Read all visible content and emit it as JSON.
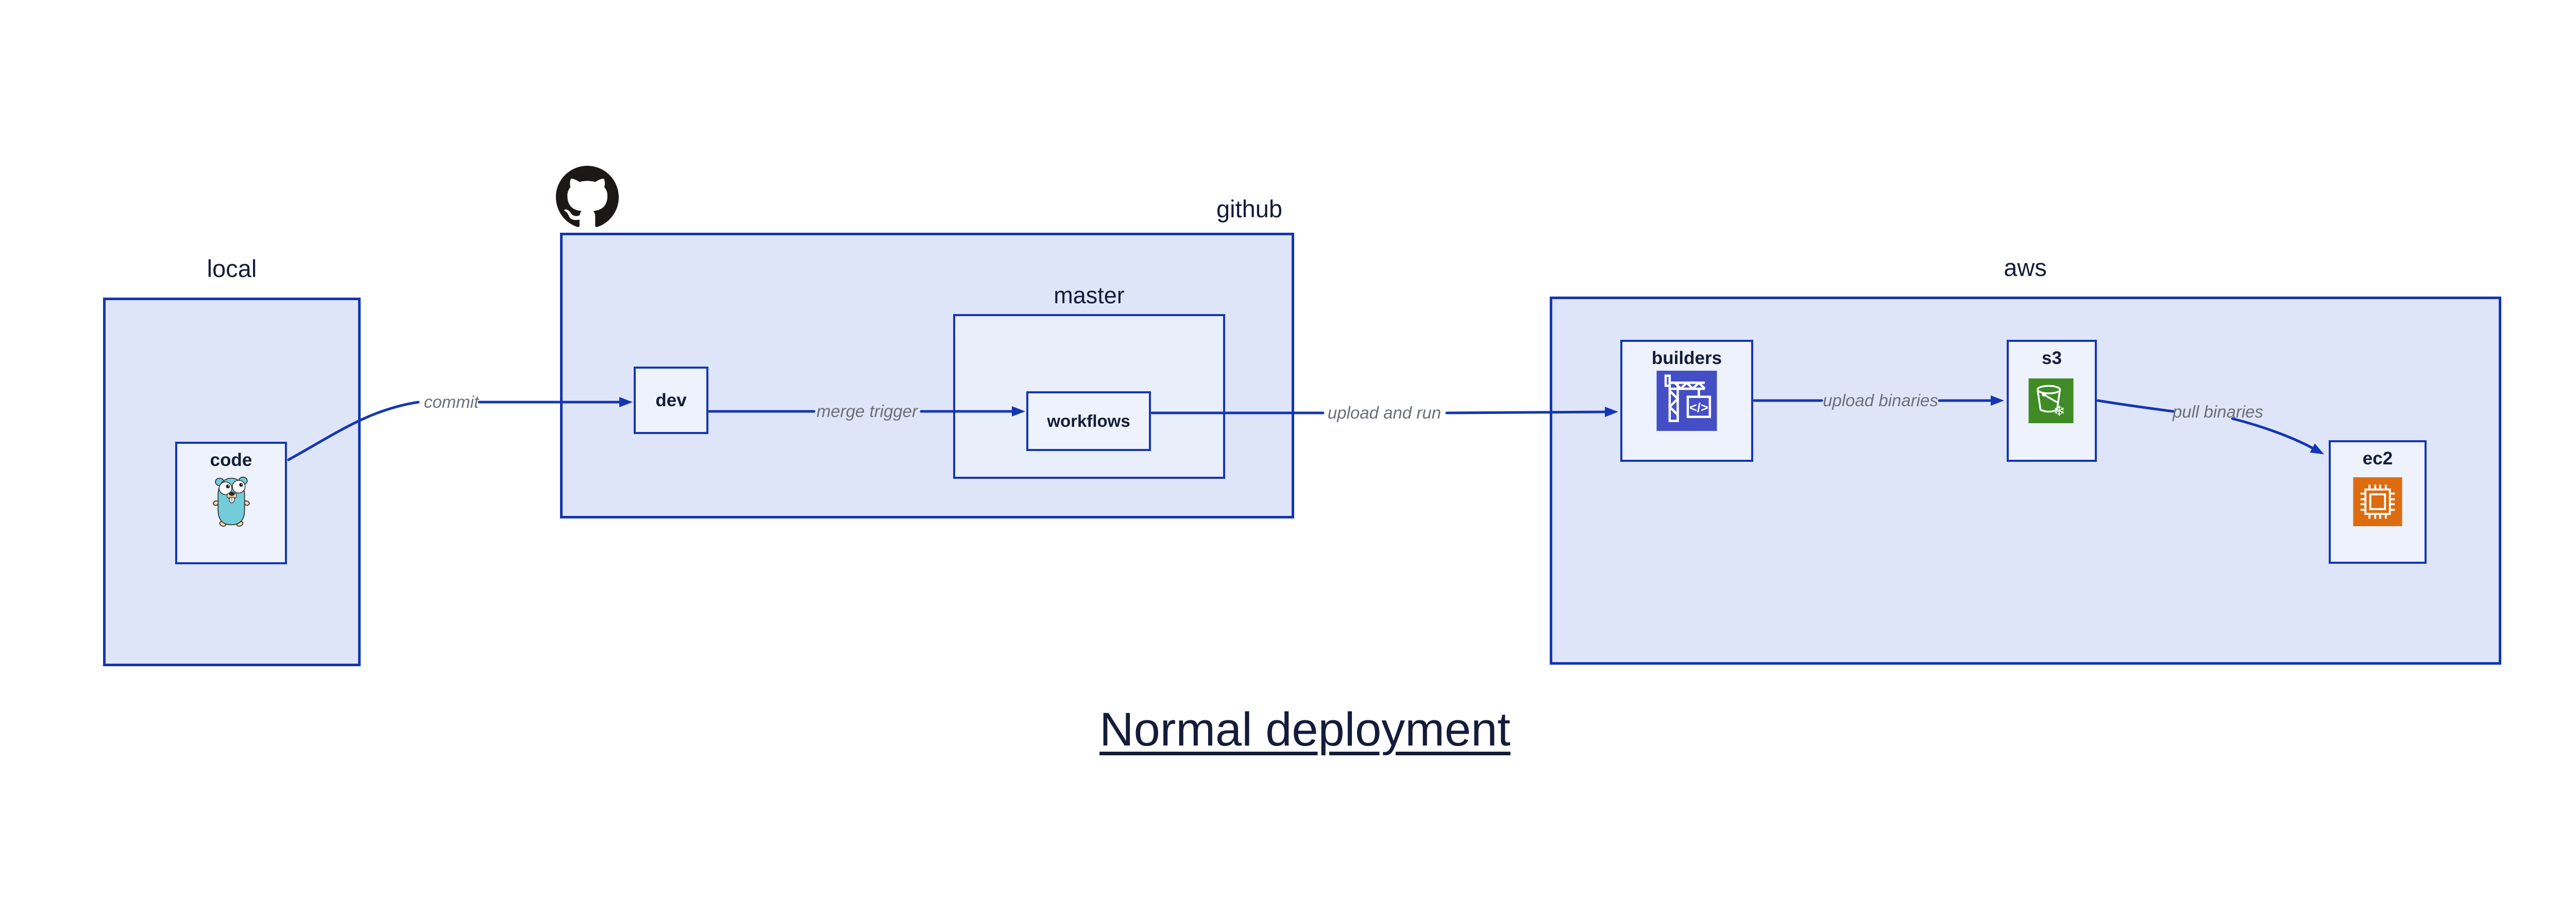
{
  "title": "Normal deployment",
  "containers": {
    "local": {
      "label": "local"
    },
    "github": {
      "label": "github"
    },
    "master": {
      "label": "master"
    },
    "aws": {
      "label": "aws"
    }
  },
  "nodes": {
    "code": {
      "label": "code"
    },
    "dev": {
      "label": "dev"
    },
    "workflows": {
      "label": "workflows"
    },
    "builders": {
      "label": "builders"
    },
    "s3": {
      "label": "s3"
    },
    "ec2": {
      "label": "ec2"
    }
  },
  "edges": [
    {
      "from": "code",
      "to": "dev",
      "label": "commit"
    },
    {
      "from": "dev",
      "to": "workflows",
      "label": "merge trigger"
    },
    {
      "from": "workflows",
      "to": "builders",
      "label": "upload and run"
    },
    {
      "from": "builders",
      "to": "s3",
      "label": "upload binaries"
    },
    {
      "from": "s3",
      "to": "ec2",
      "label": "pull binaries"
    }
  ],
  "icons": {
    "github": "github-octocat-logo",
    "code": "go-gopher",
    "builders": "codebuild-crane",
    "s3": "s3-glacier-bucket-snowflake",
    "ec2": "ec2-chip"
  },
  "colors": {
    "canvas_bg": "#ffffff",
    "container_fill": "#dfe5f9",
    "subcontainer_fill": "#e9eefb",
    "node_fill": "#eef2fc",
    "stroke_blue": "#1436b4",
    "edge_label_gray": "#6b7077",
    "text_navy": "#141c3a",
    "codebuild_indigo": "#444fc6",
    "s3_green": "#3f8b25",
    "ec2_orange": "#dd6b10",
    "gopher_teal": "#72ccd9",
    "github_black": "#1b1817"
  }
}
